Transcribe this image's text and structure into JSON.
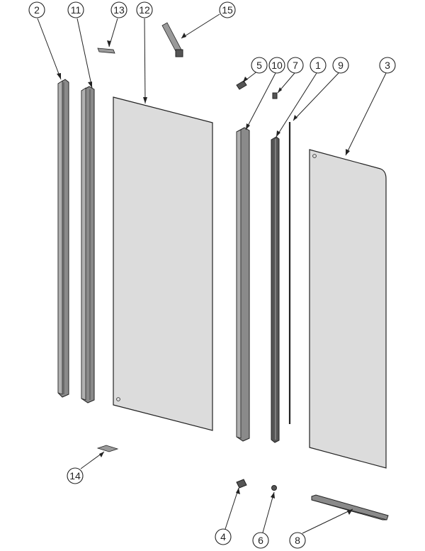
{
  "callouts": [
    {
      "id": "c2",
      "label": "2"
    },
    {
      "id": "c11",
      "label": "11"
    },
    {
      "id": "c13",
      "label": "13"
    },
    {
      "id": "c12",
      "label": "12"
    },
    {
      "id": "c15",
      "label": "15"
    },
    {
      "id": "c5",
      "label": "5"
    },
    {
      "id": "c10",
      "label": "10"
    },
    {
      "id": "c7",
      "label": "7"
    },
    {
      "id": "c1",
      "label": "1"
    },
    {
      "id": "c9",
      "label": "9"
    },
    {
      "id": "c3",
      "label": "3"
    },
    {
      "id": "c14",
      "label": "14"
    },
    {
      "id": "c4",
      "label": "4"
    },
    {
      "id": "c6",
      "label": "6"
    },
    {
      "id": "c8",
      "label": "8"
    }
  ]
}
